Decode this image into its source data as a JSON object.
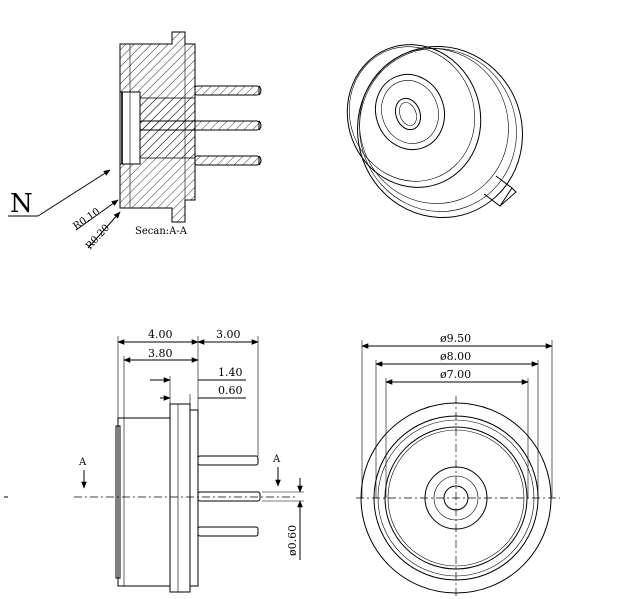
{
  "section_view": {
    "label_n": "N",
    "label_r010": "R0.10",
    "label_r020": "R0.20",
    "caption": "Secan:A-A"
  },
  "side_view": {
    "dim_4_00": "4.00",
    "dim_3_80": "3.80",
    "dim_3_00": "3.00",
    "dim_1_40": "1.40",
    "dim_0_60_top": "0.60",
    "dim_0_60_pin": "ø0.60",
    "section_marker_left": "A",
    "section_marker_right": "A"
  },
  "front_view": {
    "dia_9_50": "ø9.50",
    "dia_8_00": "ø8.00",
    "dia_7_00": "ø7.00"
  }
}
